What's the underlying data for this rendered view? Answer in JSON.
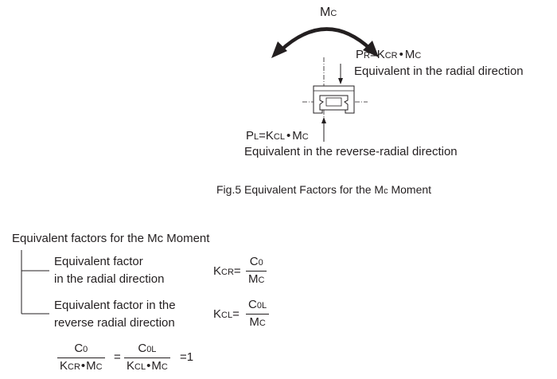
{
  "figure": {
    "moment_main": "M",
    "moment_sub": "C",
    "pr_formula": {
      "P": "P",
      "P_sub": "R",
      "eq": "=K",
      "K_sub": "CR",
      "dot": "•",
      "M": "M",
      "M_sub": "C"
    },
    "pr_text": "Equivalent in the radial direction",
    "pl_formula": {
      "P": "P",
      "P_sub": "L",
      "eq": "=K",
      "K_sub": "CL",
      "dot": "•",
      "M": "M",
      "M_sub": "C"
    },
    "pl_text": "Equivalent in the reverse-radial direction",
    "caption_a": "Fig.5 Equivalent Factors for the M",
    "caption_sub": "c",
    "caption_b": " Moment"
  },
  "factors": {
    "heading": "Equivalent factors for the Mc Moment",
    "radial_line1": "Equivalent factor",
    "radial_line2": "in the radial direction",
    "reverse_line1": "Equivalent factor in the",
    "reverse_line2": "reverse radial direction",
    "kcr": {
      "K": "K",
      "sub": "CR",
      "eq": "=",
      "num": "C",
      "num_sub": "0",
      "den": "M",
      "den_sub": "C"
    },
    "kcl": {
      "K": "K",
      "sub": "CL",
      "eq": "=",
      "num": "C",
      "num_sub": "0L",
      "den": "M",
      "den_sub": "C"
    }
  },
  "equation": {
    "f1_num": "C",
    "f1_num_sub": "0",
    "f1_den_K": "K",
    "f1_den_Ksub": "CR",
    "f1_den_dot": "•",
    "f1_den_M": "M",
    "f1_den_Msub": "C",
    "eq1": "=",
    "f2_num": "C",
    "f2_num_sub": "0L",
    "f2_den_K": "K",
    "f2_den_Ksub": "CL",
    "f2_den_dot": "•",
    "f2_den_M": "M",
    "f2_den_Msub": "C",
    "result": "=1"
  }
}
